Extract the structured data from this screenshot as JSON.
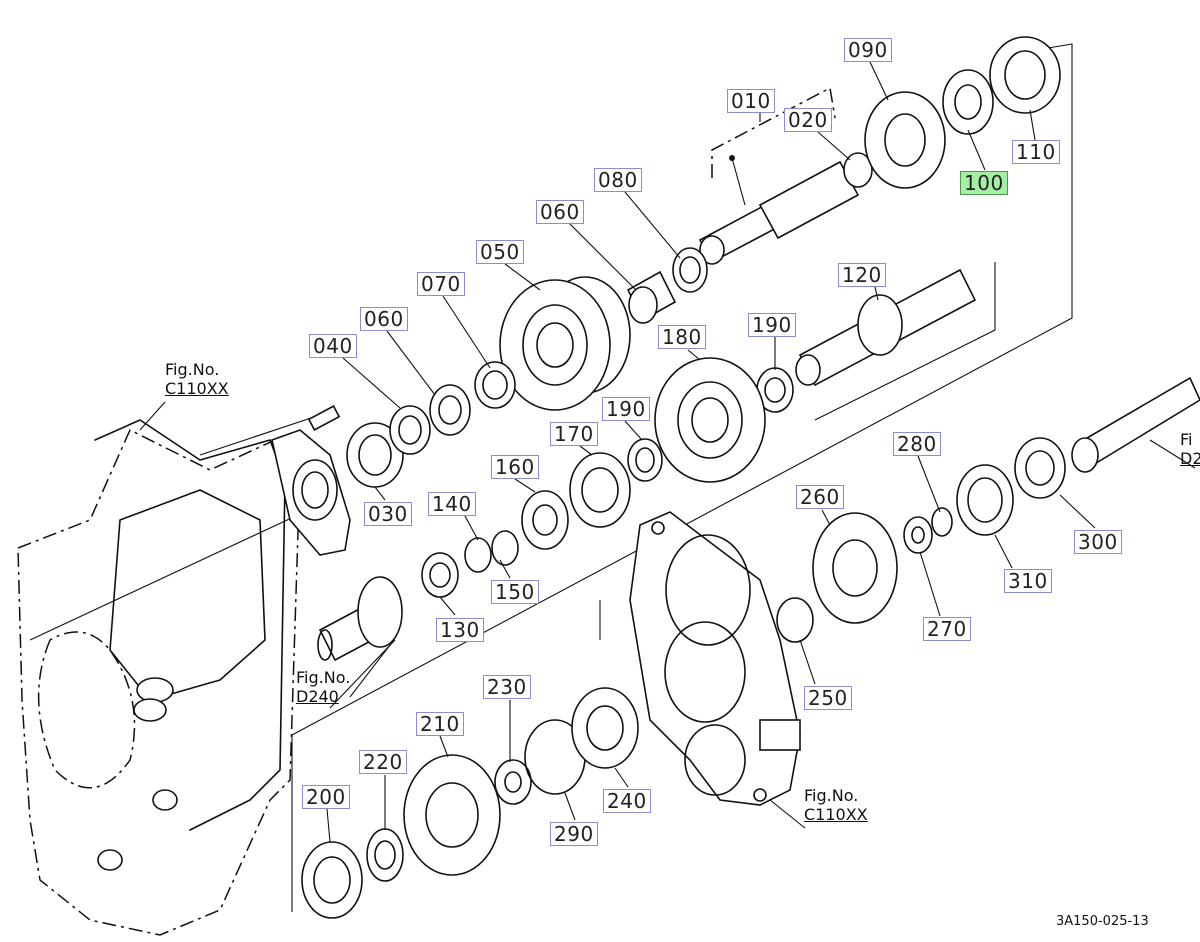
{
  "diagram": {
    "highlight_color": "#a6eea6",
    "callout_border_color": "#8c8cd0",
    "callouts": [
      {
        "id": "010",
        "label": "010"
      },
      {
        "id": "020",
        "label": "020"
      },
      {
        "id": "030",
        "label": "030"
      },
      {
        "id": "040",
        "label": "040"
      },
      {
        "id": "050",
        "label": "050"
      },
      {
        "id": "060a",
        "label": "060"
      },
      {
        "id": "060b",
        "label": "060"
      },
      {
        "id": "070",
        "label": "070"
      },
      {
        "id": "080",
        "label": "080"
      },
      {
        "id": "090",
        "label": "090"
      },
      {
        "id": "100",
        "label": "100",
        "highlighted": true
      },
      {
        "id": "110",
        "label": "110"
      },
      {
        "id": "120",
        "label": "120"
      },
      {
        "id": "130",
        "label": "130"
      },
      {
        "id": "140",
        "label": "140"
      },
      {
        "id": "150",
        "label": "150"
      },
      {
        "id": "160",
        "label": "160"
      },
      {
        "id": "170",
        "label": "170"
      },
      {
        "id": "180",
        "label": "180"
      },
      {
        "id": "190a",
        "label": "190"
      },
      {
        "id": "190b",
        "label": "190"
      },
      {
        "id": "200",
        "label": "200"
      },
      {
        "id": "210",
        "label": "210"
      },
      {
        "id": "220",
        "label": "220"
      },
      {
        "id": "230",
        "label": "230"
      },
      {
        "id": "240",
        "label": "240"
      },
      {
        "id": "250",
        "label": "250"
      },
      {
        "id": "260",
        "label": "260"
      },
      {
        "id": "270",
        "label": "270"
      },
      {
        "id": "280",
        "label": "280"
      },
      {
        "id": "290",
        "label": "290"
      },
      {
        "id": "300",
        "label": "300"
      },
      {
        "id": "310",
        "label": "310"
      }
    ],
    "figure_refs": [
      {
        "id": "c110-top",
        "title": "Fig.No.",
        "code": "C110XX"
      },
      {
        "id": "d240",
        "title": "Fig.No.",
        "code": "D240"
      },
      {
        "id": "c110-bottom",
        "title": "Fig.No.",
        "code": "C110XX"
      },
      {
        "id": "right-edge",
        "title": "Fi",
        "code": "D2"
      }
    ],
    "drawing_code": "3A150-025-13"
  }
}
